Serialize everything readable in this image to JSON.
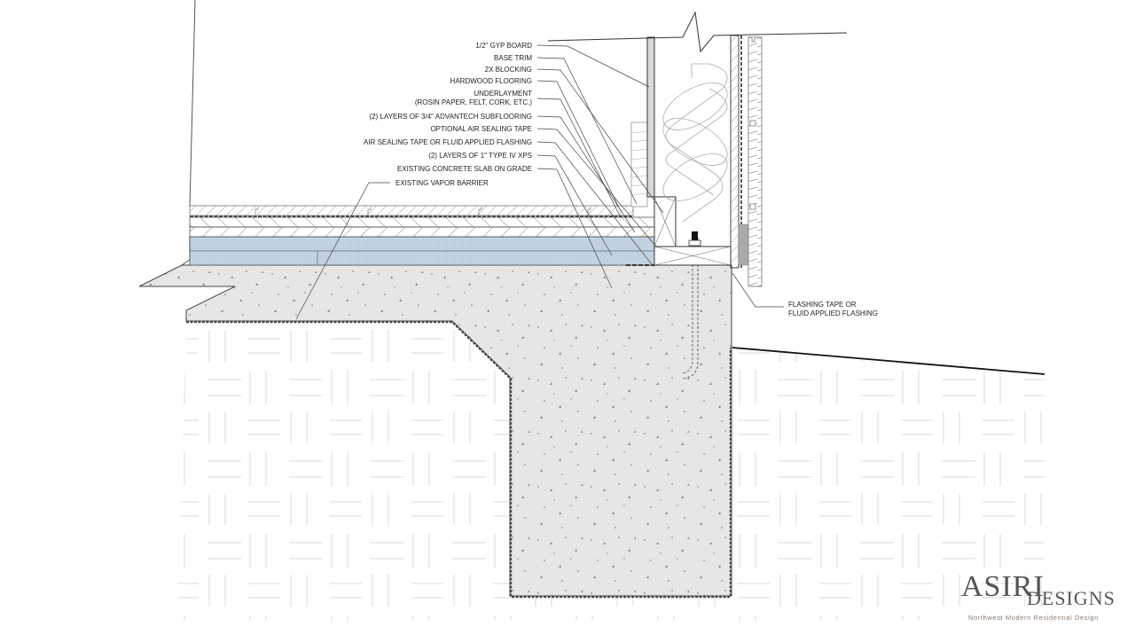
{
  "diagram": {
    "type": "architectural section detail",
    "subject": "Slab-on-grade floor assembly at exterior wall"
  },
  "labels_left": [
    {
      "id": "gyp",
      "text": "1/2\" GYP BOARD"
    },
    {
      "id": "base-trim",
      "text": "BASE TRIM"
    },
    {
      "id": "blocking",
      "text": "2X BLOCKING"
    },
    {
      "id": "hardwood",
      "text": "HARDWOOD FLOORING"
    },
    {
      "id": "underlayment-1",
      "text": "UNDERLAYMENT"
    },
    {
      "id": "underlayment-2",
      "text": "(ROSIN PAPER, FELT, CORK, ETC.)"
    },
    {
      "id": "subfloor",
      "text": "(2) LAYERS OF 3/4\" ADVANTECH SUBFLOORING"
    },
    {
      "id": "opt-tape",
      "text": "OPTIONAL AIR SEALING TAPE"
    },
    {
      "id": "air-tape",
      "text": "AIR SEALING TAPE OR FLUID APPLIED FLASHING"
    },
    {
      "id": "xps",
      "text": "(2) LAYERS OF 1\" TYPE IV XPS"
    },
    {
      "id": "slab",
      "text": "EXISTING CONCRETE SLAB ON GRADE"
    },
    {
      "id": "vapor",
      "text": "EXISTING VAPOR BARRIER"
    }
  ],
  "labels_right": [
    {
      "id": "flashing-1",
      "text": "FLASHING TAPE OR"
    },
    {
      "id": "flashing-2",
      "text": "FLUID APPLIED FLASHING"
    }
  ],
  "logo": {
    "main": "ASIRI",
    "sub": "DESIGNS",
    "tagline": "Northwest Modern Residential Design"
  },
  "colors": {
    "xps": "#c3d4e3",
    "concrete": "#e6e6e6",
    "line": "#333333",
    "earth_pattern": "#e2e2e2",
    "logo": "#555555"
  }
}
